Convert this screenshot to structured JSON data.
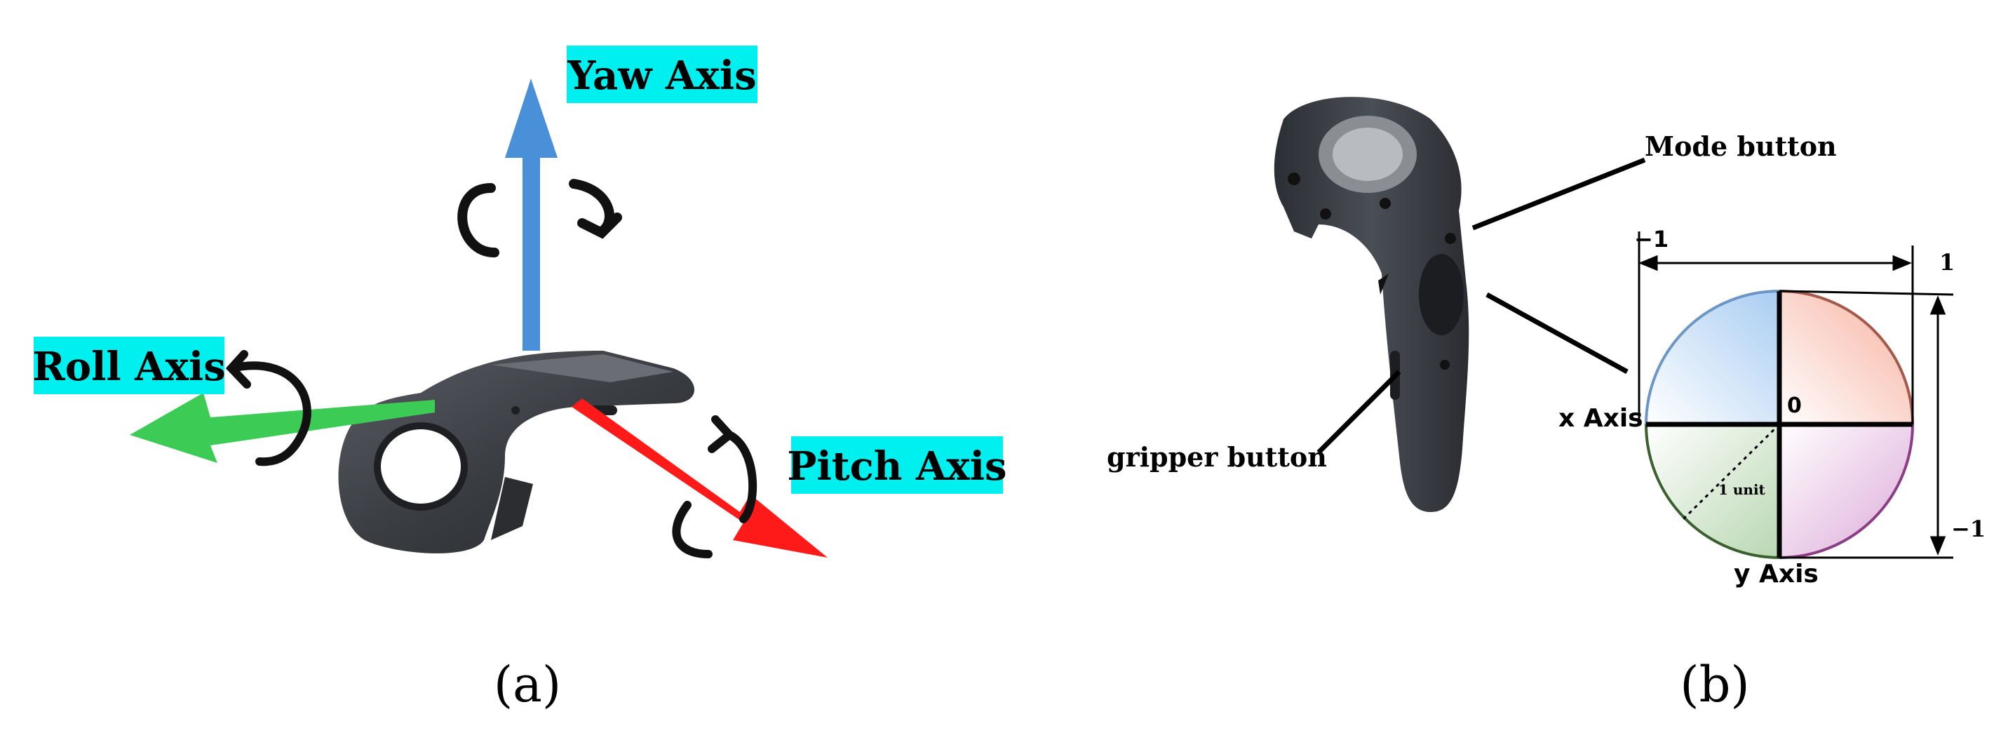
{
  "panel_a": {
    "yaw_label": "Yaw Axis",
    "roll_label": "Roll Axis",
    "pitch_label": "Pitch Axis",
    "caption": "(a)",
    "label_bg_color": "#00f0f0",
    "yaw_arrow_color": "#4a90d9",
    "roll_arrow_color": "#3ccc55",
    "pitch_arrow_color": "#ff1a1a",
    "rotation_arrow_color": "#111111"
  },
  "panel_b": {
    "mode_button_label": "Mode button",
    "gripper_button_label": "gripper button",
    "x_axis_label": "x Axis",
    "y_axis_label": "y Axis",
    "origin_label": "0",
    "unit_label": "1 unit",
    "top_left_tick": "−1",
    "top_right_tick": "1",
    "bottom_right_tick": "−1",
    "caption": "(b)",
    "quadrant_colors": {
      "top_left": "#bcd8f4",
      "top_right": "#f8c8b8",
      "bottom_left": "#cde3c8",
      "bottom_right": "#e6c3e3"
    }
  }
}
